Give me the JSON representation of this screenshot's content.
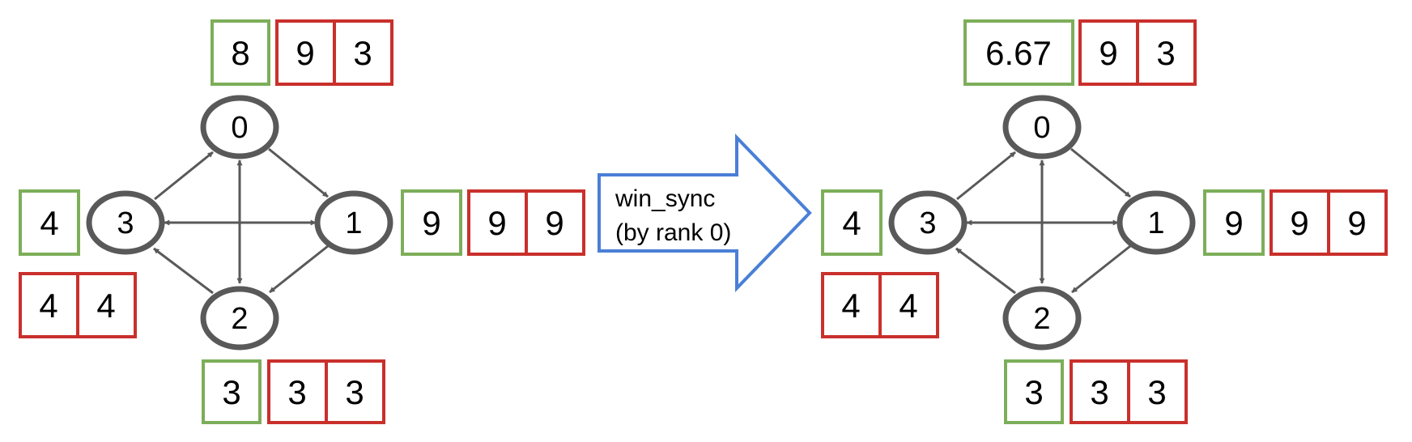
{
  "colors": {
    "node_stroke": "#595959",
    "edge": "#595959",
    "green_box": "#7dae5a",
    "red_box": "#c9302c",
    "arrow": "#4a7fd6"
  },
  "arrow": {
    "line1": "win_sync",
    "line2": "(by rank 0)"
  },
  "before": {
    "nodes": [
      {
        "id": "0",
        "green": "8",
        "red": [
          "9",
          "3"
        ]
      },
      {
        "id": "1",
        "green": "9",
        "red": [
          "9",
          "9"
        ]
      },
      {
        "id": "2",
        "green": "3",
        "red": [
          "3",
          "3"
        ]
      },
      {
        "id": "3",
        "green": "4",
        "red": [
          "4",
          "4"
        ]
      }
    ]
  },
  "after": {
    "nodes": [
      {
        "id": "0",
        "green": "6.67",
        "red": [
          "9",
          "3"
        ]
      },
      {
        "id": "1",
        "green": "9",
        "red": [
          "9",
          "9"
        ]
      },
      {
        "id": "2",
        "green": "3",
        "red": [
          "3",
          "3"
        ]
      },
      {
        "id": "3",
        "green": "4",
        "red": [
          "4",
          "4"
        ]
      }
    ]
  },
  "edges": [
    {
      "from": "3",
      "to": "0"
    },
    {
      "from": "0",
      "to": "1"
    },
    {
      "from": "1",
      "to": "2"
    },
    {
      "from": "2",
      "to": "3"
    },
    {
      "from": "3",
      "to": "1",
      "bidirectional": true
    },
    {
      "from": "0",
      "to": "2",
      "bidirectional": true
    }
  ]
}
